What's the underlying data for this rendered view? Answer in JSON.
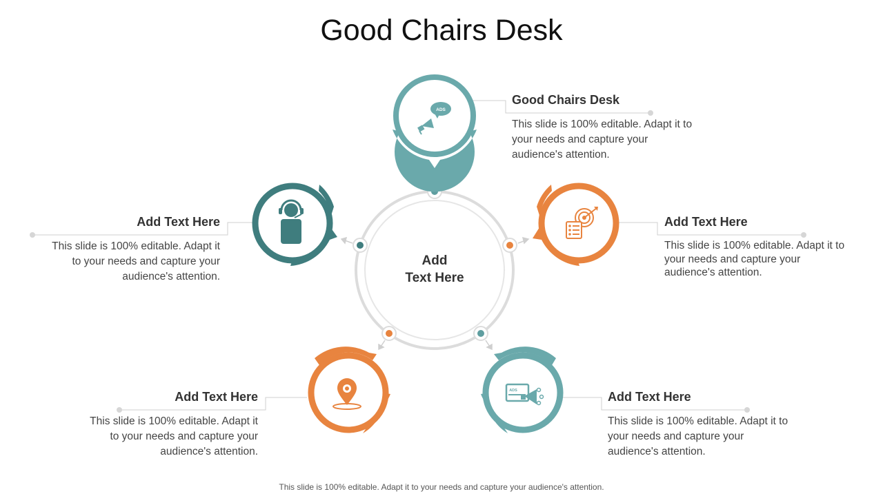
{
  "title": "Good Chairs Desk",
  "center": {
    "line1": "Add",
    "line2": "Text Here"
  },
  "items": [
    {
      "heading": "Good Chairs Desk",
      "body": "This slide is 100% editable. Adapt it to your needs and capture your audience's attention."
    },
    {
      "heading": "Add Text Here",
      "body": "This slide is 100% editable. Adapt it to your needs and capture your audience's attention."
    },
    {
      "heading": "Add Text Here",
      "body": "This slide is 100% editable. Adapt it to your needs and capture your audience's attention."
    },
    {
      "heading": "Add Text Here",
      "body": "This slide is 100% editable. Adapt it to your needs and capture your audience's attention."
    },
    {
      "heading": "Add Text Here",
      "body": "This slide is 100% editable. Adapt it to your needs and capture your audience's attention."
    }
  ],
  "icons": {
    "top": "megaphone-ads-icon",
    "left": "customer-support-icon",
    "right": "target-checklist-icon",
    "bottom_left": "location-pin-icon",
    "bottom_right": "ads-billboard-megaphone-icon"
  },
  "ads_label": "ADS",
  "colors": {
    "teal": "#6aa9ab",
    "dark_teal": "#3f7d7e",
    "orange": "#e8843f",
    "ring": "#d9d9d9"
  },
  "footer": "This slide is 100% editable. Adapt it to your needs and capture your audience's attention."
}
